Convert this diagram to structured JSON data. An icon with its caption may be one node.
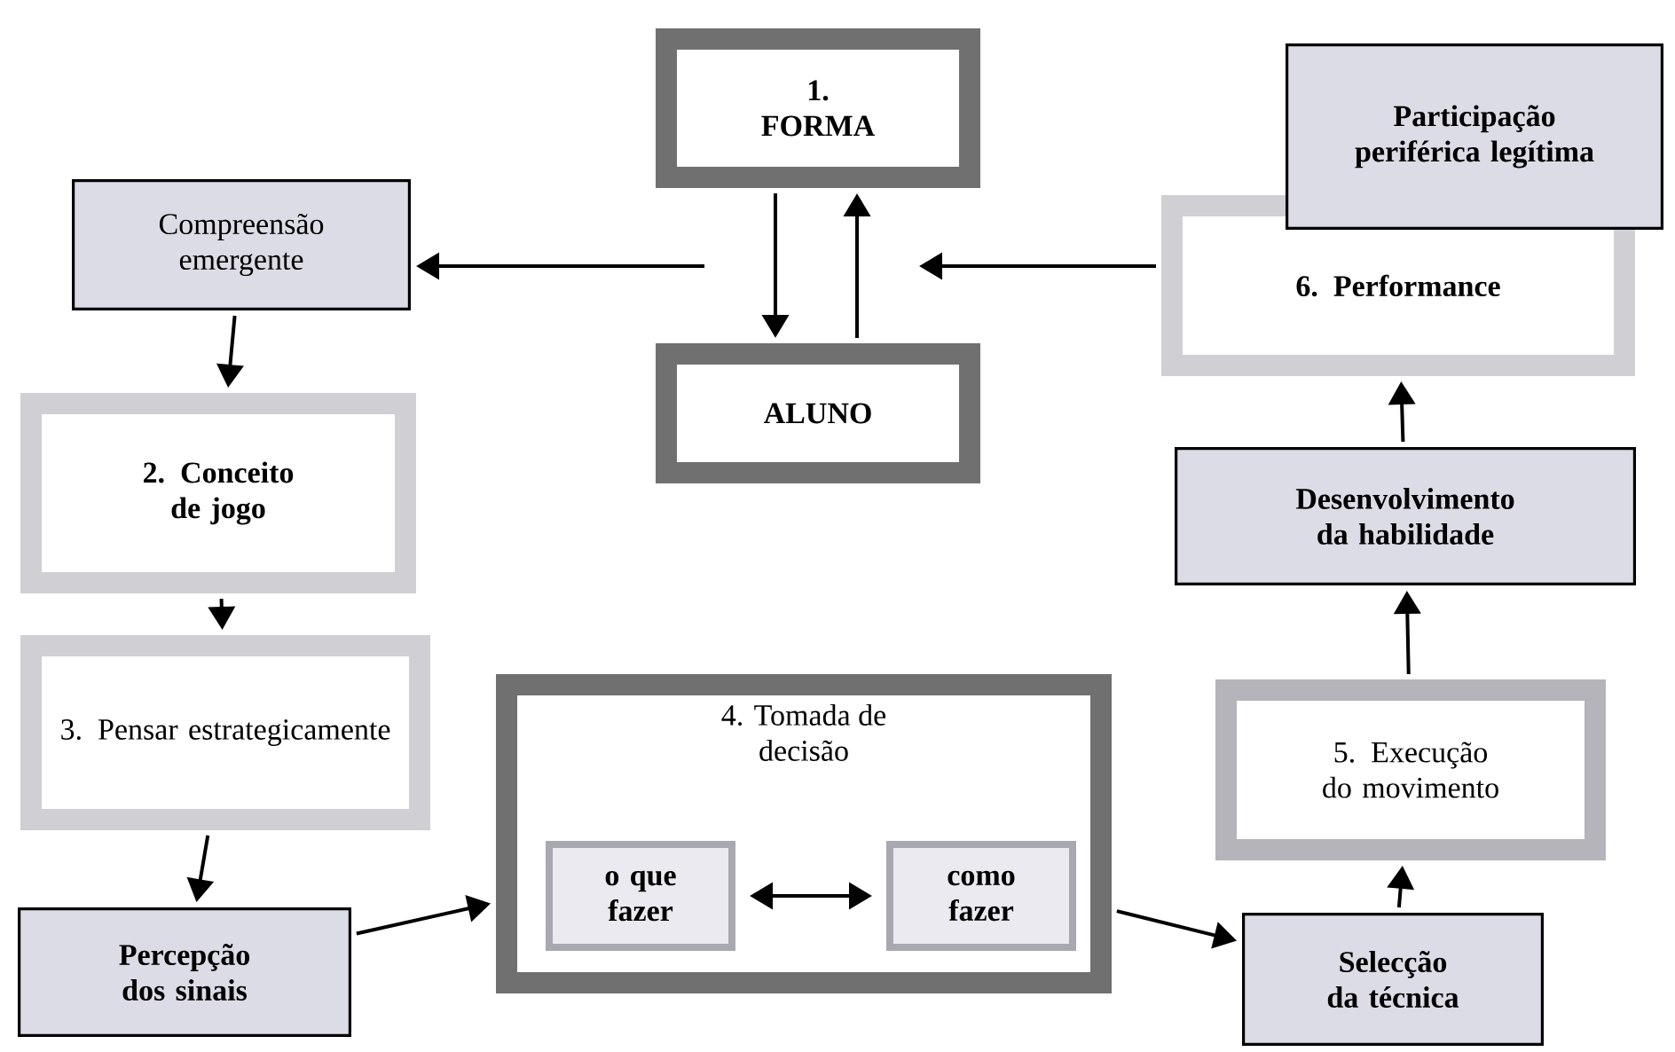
{
  "diagram": {
    "nodes": [
      {
        "text": [
          "1. FORMA"
        ]
      },
      {
        "text": [
          "ALUNO"
        ]
      },
      {
        "text": [
          "Compreensão emergente"
        ]
      },
      {
        "text": [
          "2. Conceito de jogo"
        ]
      },
      {
        "text": [
          "3. Pensar estrategicamente"
        ]
      },
      {
        "text": [
          "Percepção dos sinais"
        ]
      },
      {
        "text": [
          "4. Tomada de decisão"
        ]
      },
      {
        "text": [
          "o que fazer"
        ],
        "in": 6
      },
      {
        "text": [
          "como fazer"
        ],
        "in": 6
      },
      {
        "text": [
          "Selecção da técnica"
        ]
      },
      {
        "text": [
          "5. Execução do movimento"
        ]
      },
      {
        "text": [
          "Desenvolvimento da habilidade"
        ]
      },
      {
        "text": [
          "6. Performance"
        ]
      },
      {
        "text": [
          "Participação periférica legítima"
        ]
      }
    ],
    "edges": [
      {
        "from": 0,
        "to": 1,
        "arrow": "to"
      },
      {
        "from": 1,
        "to": 0,
        "arrow": "to"
      },
      {
        "from": 12,
        "to": null,
        "arrow": "to"
      },
      {
        "from": null,
        "to": 2,
        "arrow": "to"
      },
      {
        "from": 2,
        "to": 3,
        "arrow": "to"
      },
      {
        "from": 3,
        "to": 4,
        "arrow": "to"
      },
      {
        "from": 4,
        "to": 5,
        "arrow": "to"
      },
      {
        "from": 5,
        "to": 6,
        "arrow": "to"
      },
      {
        "from": 7,
        "to": 8,
        "arrow": "both"
      },
      {
        "from": 6,
        "to": 9,
        "arrow": "to"
      },
      {
        "from": 9,
        "to": 10,
        "arrow": "to"
      },
      {
        "from": 10,
        "to": 11,
        "arrow": "to"
      },
      {
        "from": 11,
        "to": 12,
        "arrow": "to"
      }
    ]
  }
}
